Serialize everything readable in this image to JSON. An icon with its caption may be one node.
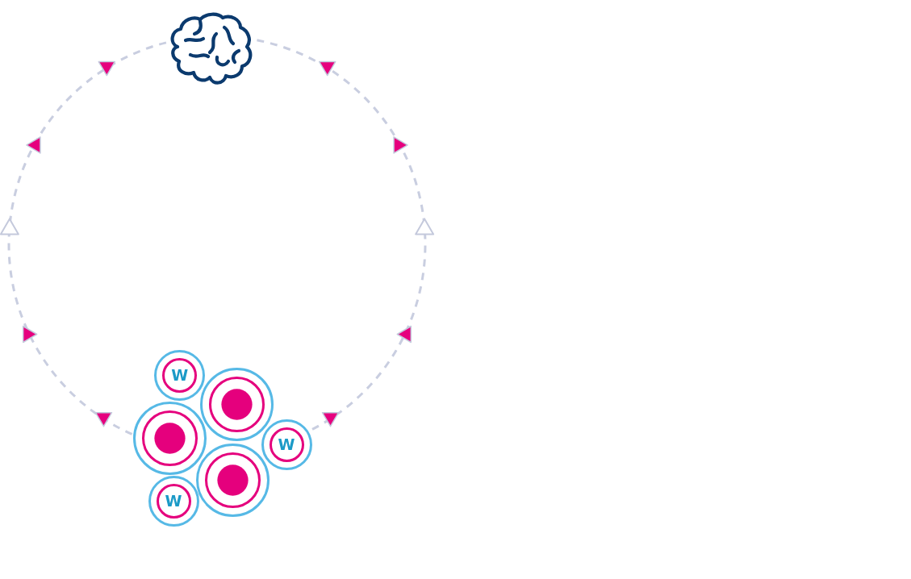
{
  "diagram": {
    "nodes": [
      {
        "text": [],
        "shape": "picture"
      },
      {
        "text": [
          "W"
        ]
      },
      {
        "text": [],
        "shape": "circle"
      },
      {
        "text": [],
        "shape": "circle"
      },
      {
        "text": [
          "W"
        ]
      },
      {
        "text": [],
        "shape": "circle"
      },
      {
        "text": [
          "W"
        ]
      }
    ],
    "edges": [
      {
        "from": 0,
        "to": 3,
        "arrow": "to",
        "style": "dashed"
      },
      {
        "from": 0,
        "to": 4,
        "arrow": "to",
        "style": "dashed"
      }
    ]
  }
}
